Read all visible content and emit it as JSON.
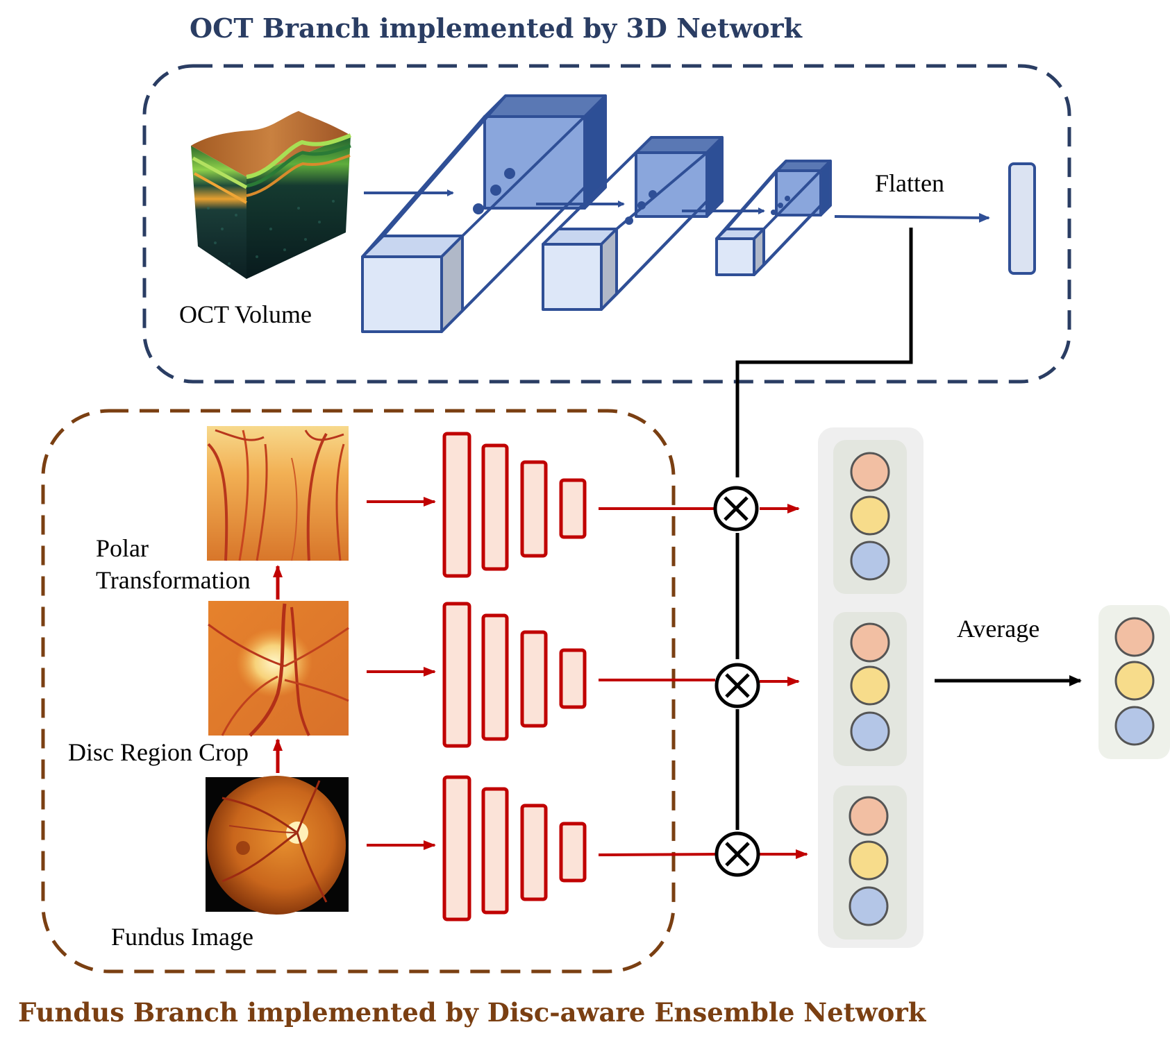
{
  "oct_title": "OCT Branch implemented by 3D Network",
  "fundus_title": "Fundus Branch implemented by Disc-aware Ensemble Network",
  "labels": {
    "oct_volume": "OCT Volume",
    "flatten": "Flatten",
    "polar_line1": "Polar",
    "polar_line2": "Transformation",
    "disc_crop": "Disc Region Crop",
    "fundus_image": "Fundus Image",
    "average": "Average"
  },
  "colors": {
    "oct_accent": "#2a3d63",
    "fundus_accent": "#7a3f12",
    "cube_stroke": "#2f4f96",
    "cnn_stroke": "#c00000",
    "cnn_fill": "#fbe3d8",
    "circle_orange": "#f2bfa3",
    "circle_yellow": "#f7dc8b",
    "circle_blue": "#b4c6e7"
  },
  "multiply_symbol": "⊗"
}
